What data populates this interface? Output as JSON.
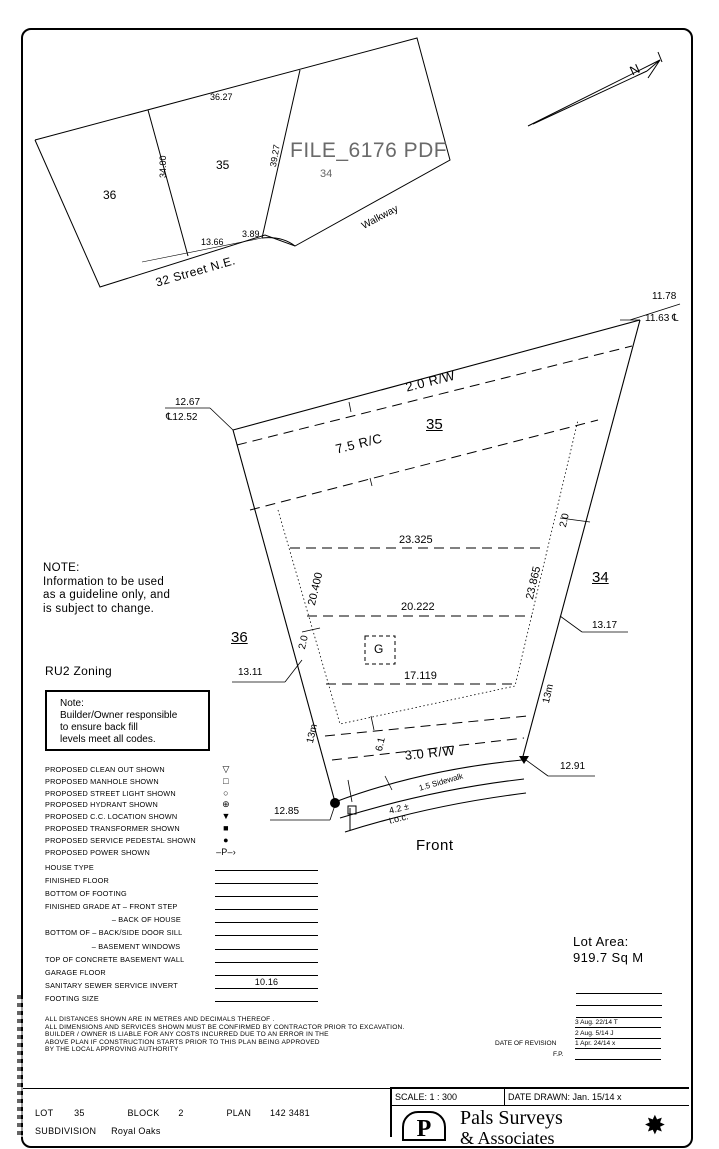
{
  "watermark": "FILE_6176 PDF",
  "key_plan": {
    "lot_36": "36",
    "lot_35": "35",
    "lot_34": "34",
    "dim_top": "36.27",
    "dim_side_35": "34.00",
    "dim_side_34": "39.27",
    "dim_front_a": "13.66",
    "dim_front_b": "3.89",
    "street": "32 Street N.E.",
    "walkway": "Walkway",
    "north_arrow": "N"
  },
  "site_plan": {
    "lot_label": "35",
    "left_lot": "36",
    "right_lot": "34",
    "row_label": "2.0 R/W",
    "rc_label": "7.5 R/C",
    "front_rw": "3.0 R/W",
    "sidewalk": "1.5 Sidewalk",
    "toc": "4.2 ±",
    "toc2": "t.o.c.",
    "front": "Front",
    "garage": "G",
    "dim_23325": "23.325",
    "dim_20222": "20.222",
    "dim_17119": "17.119",
    "dim_23865": "23.865",
    "dim_20400": "20.400",
    "dim_20_right": "2.0",
    "dim_20_left": "2.0",
    "dim_61": "6.1",
    "dim_13m_left": "13m",
    "dim_13m_right": "13m",
    "elev_top_right_1": "11.78",
    "elev_top_right_2": "11.63 ℄",
    "elev_top_left_1": "12.67",
    "elev_top_left_2": "℄12.52",
    "elev_right": "13.17",
    "elev_left": "13.11",
    "elev_front_right": "12.91",
    "elev_front_left": "12.85"
  },
  "note": {
    "title": "NOTE:",
    "line1": "Information to be used",
    "line2": "as a guideline only, and",
    "line3": "is subject to change."
  },
  "zoning": "RU2 Zoning",
  "builder_note": {
    "title": "Note:",
    "line1": "Builder/Owner responsible",
    "line2": "to ensure back fill",
    "line3": "levels meet all codes."
  },
  "legend": [
    {
      "label": "PROPOSED CLEAN OUT SHOWN",
      "symbol": "▽"
    },
    {
      "label": "PROPOSED MANHOLE SHOWN",
      "symbol": "□"
    },
    {
      "label": "PROPOSED STREET LIGHT SHOWN",
      "symbol": "○"
    },
    {
      "label": "PROPOSED HYDRANT SHOWN",
      "symbol": "⊕"
    },
    {
      "label": "PROPOSED C.C. LOCATION SHOWN",
      "symbol": "▼"
    },
    {
      "label": "PROPOSED TRANSFORMER SHOWN",
      "symbol": "■"
    },
    {
      "label": "PROPOSED SERVICE PEDESTAL SHOWN",
      "symbol": "●"
    },
    {
      "label": "PROPOSED POWER SHOWN",
      "symbol": "–P–›"
    }
  ],
  "elevations": [
    {
      "label": "HOUSE TYPE",
      "value": ""
    },
    {
      "label": "FINISHED FLOOR",
      "value": ""
    },
    {
      "label": "BOTTOM OF FOOTING",
      "value": ""
    },
    {
      "label": "FINISHED GRADE AT – FRONT STEP",
      "value": ""
    },
    {
      "label": "                              – BACK OF HOUSE",
      "value": ""
    },
    {
      "label": "BOTTOM OF – BACK/SIDE DOOR SILL",
      "value": ""
    },
    {
      "label": "                     – BASEMENT WINDOWS",
      "value": ""
    },
    {
      "label": "TOP OF CONCRETE BASEMENT WALL",
      "value": ""
    },
    {
      "label": "GARAGE FLOOR",
      "value": ""
    },
    {
      "label": "SANITARY SEWER SERVICE INVERT",
      "value": "10.16"
    },
    {
      "label": "FOOTING SIZE",
      "value": ""
    }
  ],
  "lot_area": {
    "label": "Lot Area:",
    "value": "919.7  Sq M"
  },
  "disclaimer": [
    "ALL DISTANCES SHOWN ARE IN  METRES    AND DECIMALS THEREOF .",
    "ALL DIMENSIONS AND SERVICES SHOWN MUST BE CONFIRMED BY CONTRACTOR PRIOR TO EXCAVATION.",
    "BUILDER / OWNER IS LIABLE FOR ANY COSTS INCURRED DUE TO AN ERROR IN THE",
    "ABOVE PLAN IF CONSTRUCTION STARTS PRIOR TO THIS PLAN BEING APPROVED",
    "BY THE LOCAL APPROVING AUTHORITY"
  ],
  "revisions": {
    "label": "DATE OF REVISION",
    "fp_label": "F.P.",
    "items": [
      "3  Aug. 22/14    T",
      "2  Aug. 5/14    J",
      "1  Apr. 24/14    x"
    ]
  },
  "footer": {
    "lot_label": "LOT",
    "lot": "35",
    "block_label": "BLOCK",
    "block": "2",
    "plan_label": "PLAN",
    "plan": "142 3481",
    "subdivision_label": "SUBDIVISION",
    "subdivision": "Royal Oaks",
    "scale": "SCALE:  1 : 300",
    "date_drawn": "DATE DRAWN:  Jan. 15/14   x",
    "company": "Pals Surveys",
    "company2": "& Associates",
    "logo": "P"
  }
}
